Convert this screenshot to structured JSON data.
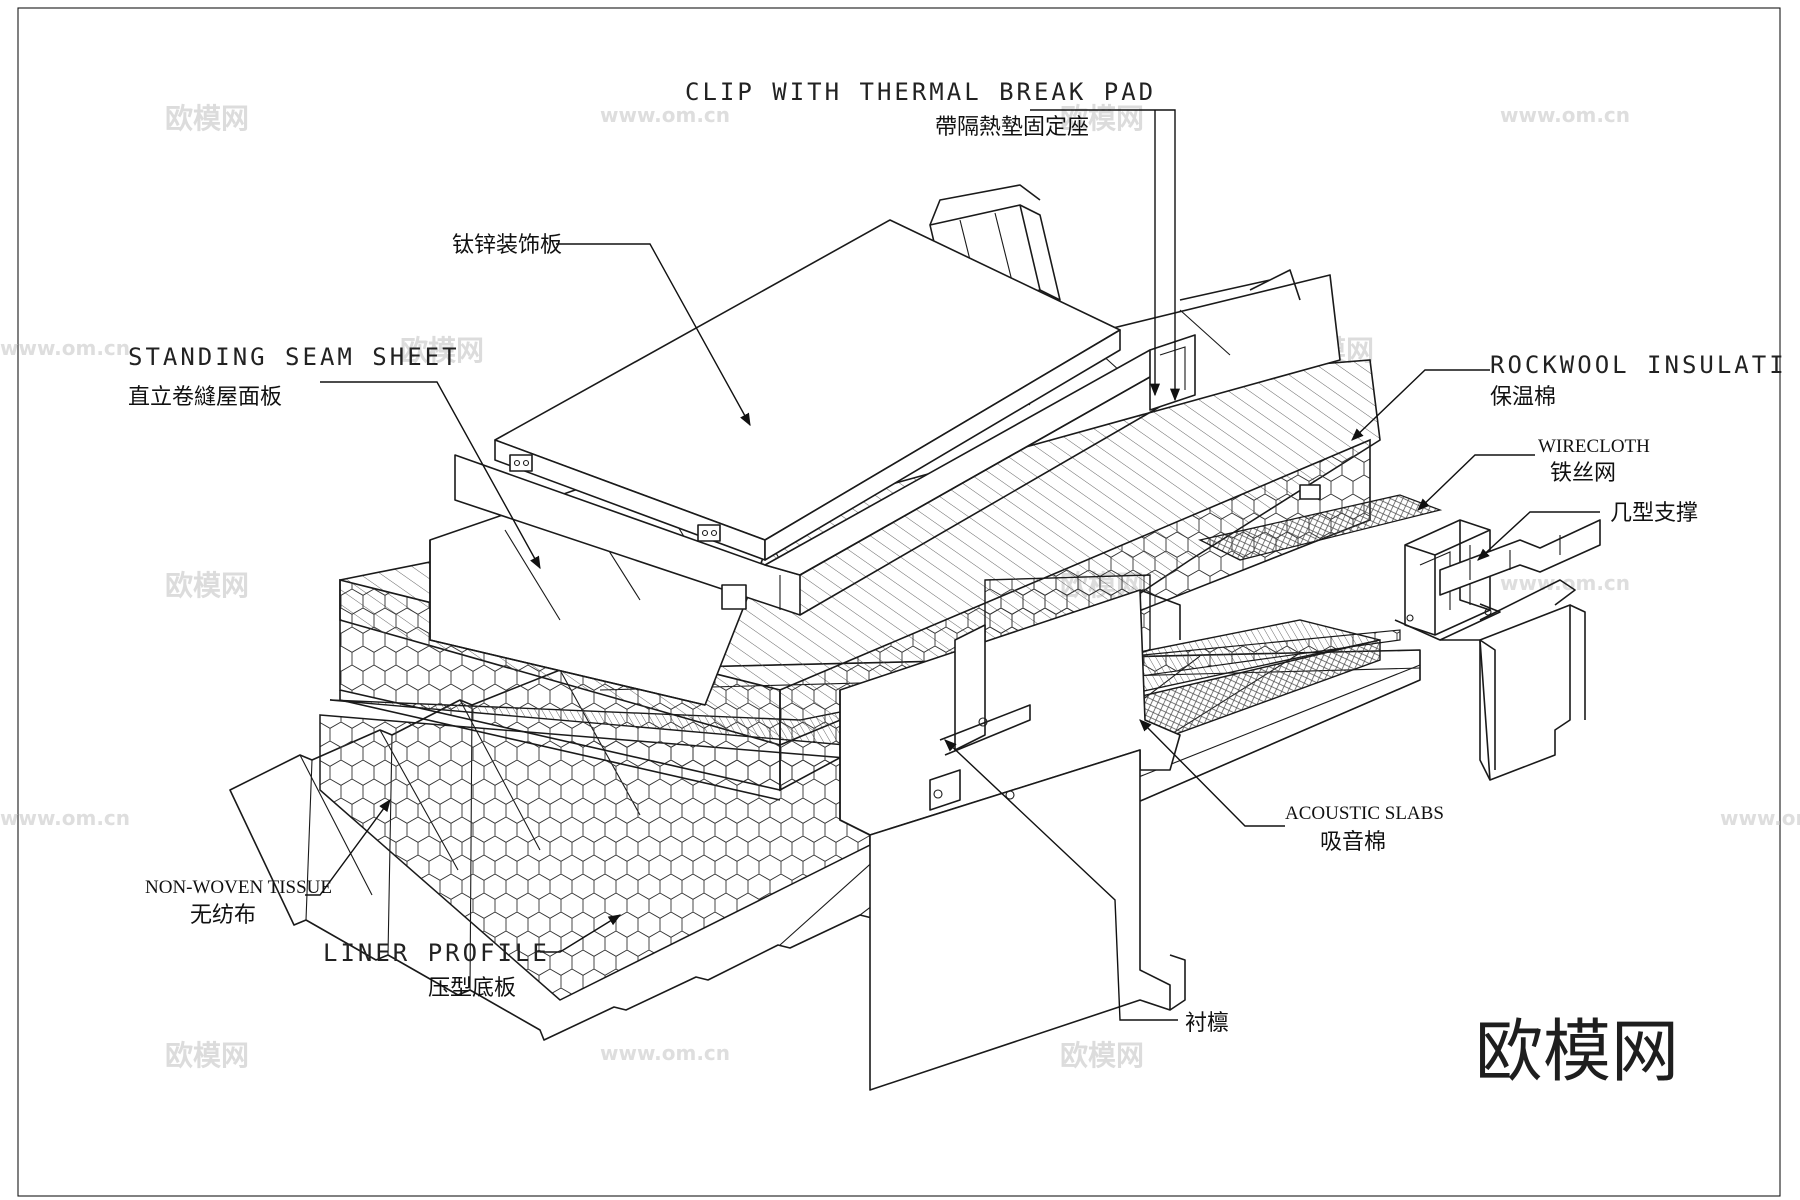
{
  "labels": {
    "clip_en": "CLIP WITH THERMAL BREAK PAD",
    "clip_cn": "帶隔熱墊固定座",
    "titanium_cn": "钛锌装饰板",
    "standing_en": "STANDING SEAM SHEET",
    "standing_cn": "直立卷縫屋面板",
    "rockwool_en": "ROCKWOOL INSULATI",
    "rockwool_cn": "保温棉",
    "wirecloth_en": "WIRECLOTH",
    "wirecloth_cn": "铁丝网",
    "support_cn": "几型支撑",
    "acoustic_en": "ACOUSTIC SLABS",
    "acoustic_cn": "吸音棉",
    "nonwoven_en": "NON-WOVEN TISSUE",
    "nonwoven_cn": "无纺布",
    "liner_en": "LINER PROFILE",
    "liner_cn": "压型底板",
    "purlin_cn": "衬檩"
  },
  "watermark": {
    "brand": "欧模网",
    "url": "www.om.cn"
  },
  "logo": "欧模网",
  "colors": {
    "line": "#1a1a1a",
    "watermark": "#dcdcdc",
    "background": "#ffffff"
  }
}
